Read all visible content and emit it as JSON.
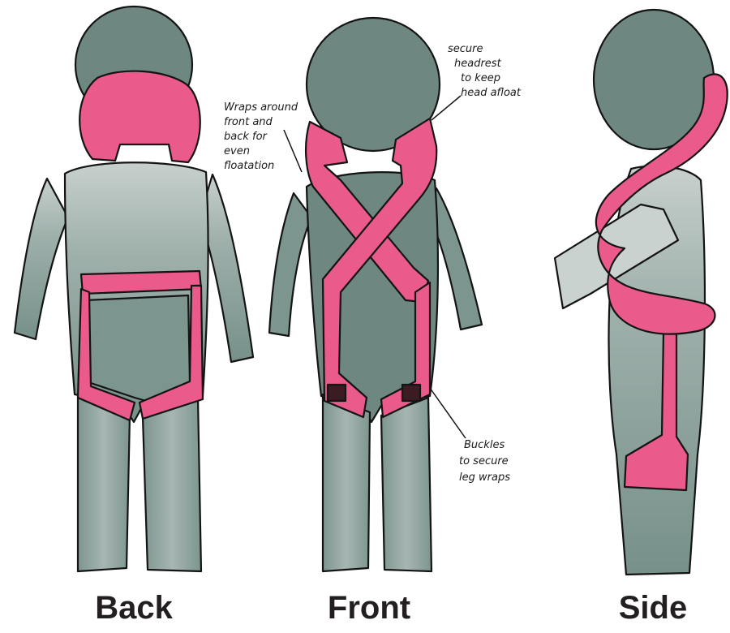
{
  "views": [
    {
      "id": "back",
      "label": "Back"
    },
    {
      "id": "front",
      "label": "Front"
    },
    {
      "id": "side",
      "label": "Side"
    }
  ],
  "annotations": {
    "wraps": [
      "Wraps around",
      "front and",
      "back for",
      "even",
      "floatation"
    ],
    "headrest": [
      "secure",
      "headrest",
      "to keep",
      "head afloat"
    ],
    "buckles": [
      "Buckles",
      "to secure",
      "leg wraps"
    ]
  },
  "colors": {
    "suit": "#77908a",
    "suit_light": "#c9d2cf",
    "strap": "#ea5a8b",
    "buckle": "#3a1c22",
    "outline": "#141414",
    "label": "#231f20"
  }
}
